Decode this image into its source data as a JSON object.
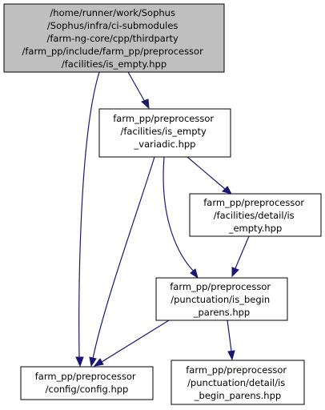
{
  "colors": {
    "edge": "#191970",
    "root_fill": "#bfbfbf",
    "node_fill": "#ffffff",
    "border": "#000000"
  },
  "nodes": {
    "root": {
      "lines": [
        "/home/runner/work/Sophus",
        "/Sophus/infra/ci-submodules",
        "/farm-ng-core/cpp/thirdparty",
        "/farm_pp/include/farm_pp/preprocessor",
        "/facilities/is_empty.hpp"
      ]
    },
    "is_empty_variadic": {
      "lines": [
        "farm_pp/preprocessor",
        "/facilities/is_empty",
        "_variadic.hpp"
      ]
    },
    "detail_is_empty": {
      "lines": [
        "farm_pp/preprocessor",
        "/facilities/detail/is",
        "_empty.hpp"
      ]
    },
    "is_begin_parens": {
      "lines": [
        "farm_pp/preprocessor",
        "/punctuation/is_begin",
        "_parens.hpp"
      ]
    },
    "config": {
      "lines": [
        "farm_pp/preprocessor",
        "/config/config.hpp"
      ]
    },
    "detail_is_begin_parens": {
      "lines": [
        "farm_pp/preprocessor",
        "/punctuation/detail/is",
        "_begin_parens.hpp"
      ]
    }
  }
}
